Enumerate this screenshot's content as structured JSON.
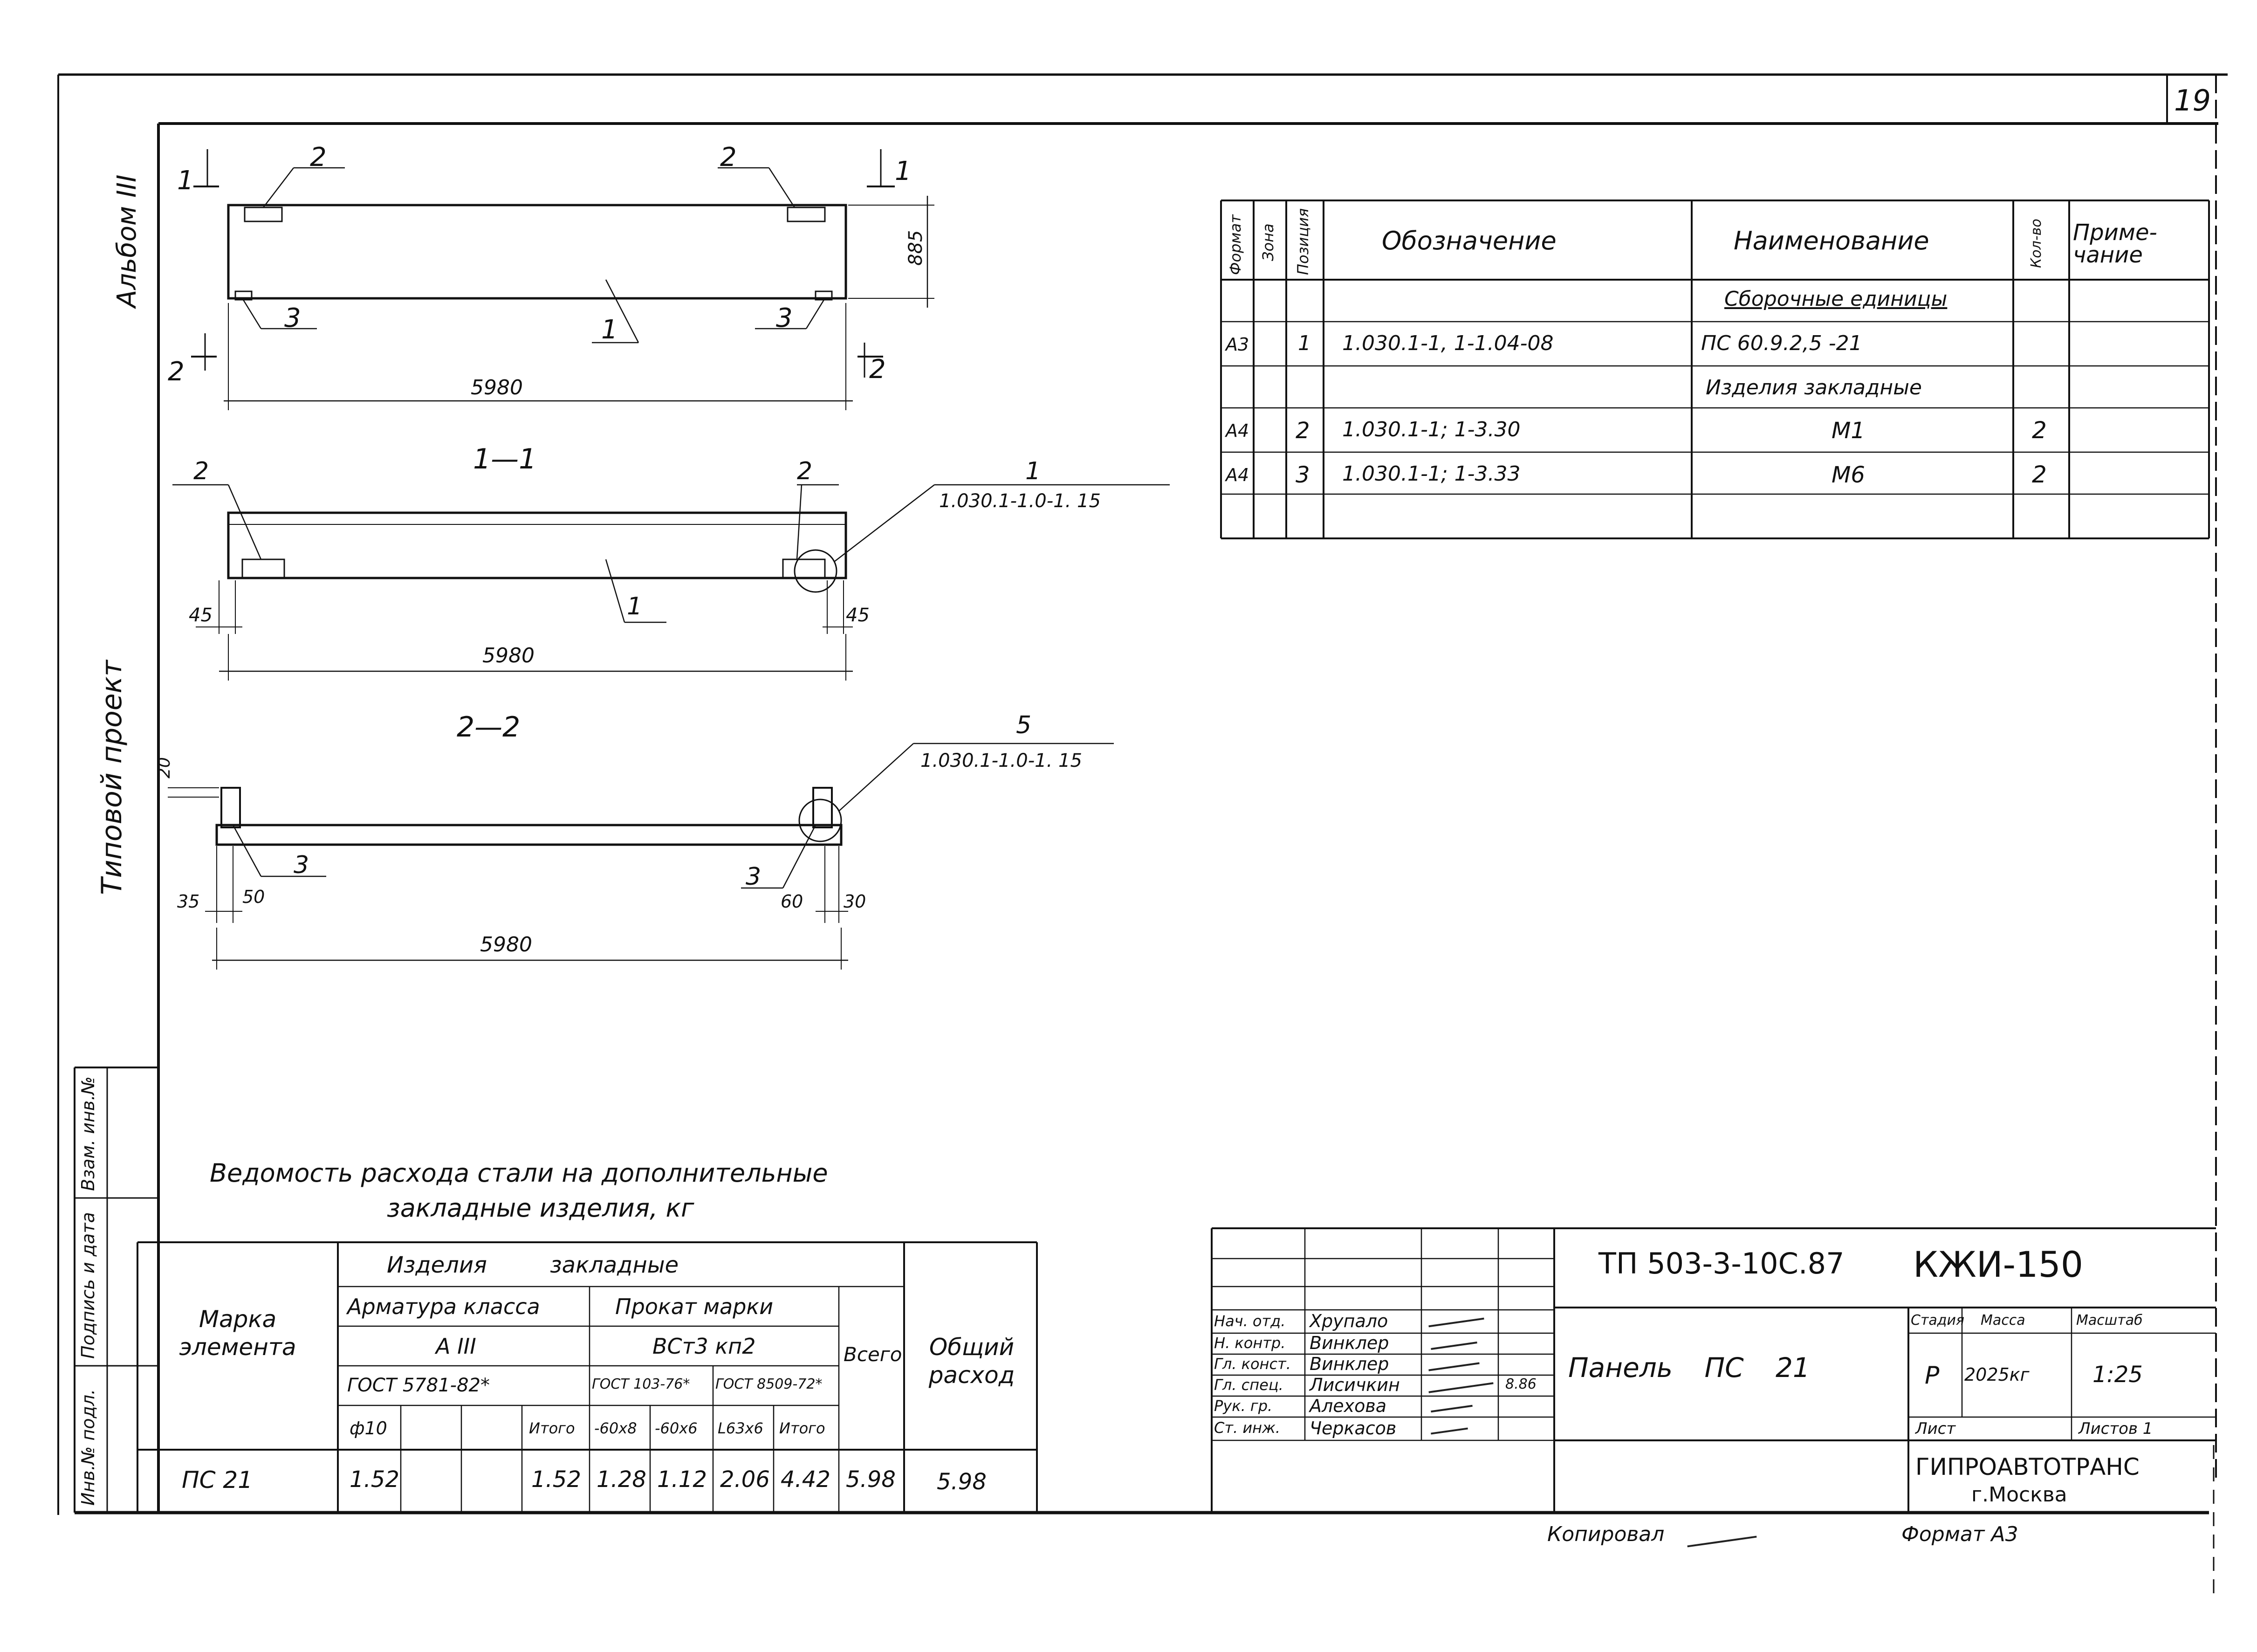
{
  "sheet_number": "19",
  "side_labels": {
    "album": "Альбом III",
    "project": "Типовой проект"
  },
  "stamp_column": [
    "Инв.№ подл.",
    "Подпись и дата",
    "Взам. инв.№"
  ],
  "plan_view": {
    "positions": [
      "2",
      "2",
      "1",
      "3",
      "3"
    ],
    "section_marks": {
      "top_left": "1",
      "top_right": "1",
      "bottom_left": "2",
      "bottom_right": "2"
    },
    "length": "5980",
    "height": "885"
  },
  "section_1": {
    "title": "1—1",
    "positions": [
      "2",
      "2",
      "1"
    ],
    "callout_num": "1",
    "callout_ref": "1.030.1-1.0-1. 15",
    "length": "5980",
    "left_offset": "45",
    "right_offset": "45"
  },
  "section_2": {
    "title": "2—2",
    "positions": [
      "3",
      "3"
    ],
    "callout_num": "5",
    "callout_ref": "1.030.1-1.0-1. 15",
    "length": "5980",
    "top_offset": "20",
    "dims": [
      "35",
      "50",
      "60",
      "30"
    ]
  },
  "spec_table": {
    "headers": {
      "format": "Формат",
      "zone": "Зона",
      "pos": "Позиция",
      "designation": "Обозначение",
      "name": "Наименование",
      "qty": "Кол-во",
      "note": "Приме-чание"
    },
    "rows": [
      {
        "format": "",
        "zone": "",
        "pos": "",
        "designation": "",
        "name": "Сборочные единицы",
        "qty": "",
        "note": ""
      },
      {
        "format": "А3",
        "zone": "",
        "pos": "1",
        "designation": "1.030.1-1, 1-1.04-08",
        "name": "ПС 60.9.2,5 -21",
        "qty": "",
        "note": ""
      },
      {
        "format": "",
        "zone": "",
        "pos": "",
        "designation": "",
        "name": "Изделия закладные",
        "qty": "",
        "note": ""
      },
      {
        "format": "А4",
        "zone": "",
        "pos": "2",
        "designation": "1.030.1-1; 1-3.30",
        "name": "М1",
        "qty": "2",
        "note": ""
      },
      {
        "format": "А4",
        "zone": "",
        "pos": "3",
        "designation": "1.030.1-1; 1-3.33",
        "name": "М6",
        "qty": "2",
        "note": ""
      },
      {
        "format": "",
        "zone": "",
        "pos": "",
        "designation": "",
        "name": "",
        "qty": "",
        "note": ""
      }
    ]
  },
  "steel_table": {
    "title_line1": "Ведомость расхода стали на дополнительные",
    "title_line2": "закладные изделия, кг",
    "h_mark": "Марка элемента",
    "h_group": "Изделия закладные",
    "h_rebar": "Арматура класса",
    "h_rebar_class": "А III",
    "h_rebar_gost": "ГОСТ 5781-82*",
    "h_rolled": "Прокат марки",
    "h_rolled_grade": "ВСт3 кп2",
    "h_gost1": "ГОСТ 103-76*",
    "h_gost2": "ГОСТ 8509-72*",
    "h_total": "Всего",
    "h_overall": "Общий расход",
    "sub_headers": [
      "ф10",
      "",
      "",
      "Итого",
      "-60x8",
      "-60x6",
      "L63x6",
      "Итого"
    ],
    "row": {
      "mark": "ПС 21",
      "values": [
        "1.52",
        "",
        "",
        "1.52",
        "1.28",
        "1.12",
        "2.06",
        "4.42"
      ],
      "total": "5.98",
      "overall": "5.98"
    }
  },
  "title_block": {
    "code": "ТП 503-3-10С.87",
    "doc": "КЖИ-150",
    "roles": [
      "Нач. отд.",
      "Н. контр.",
      "Гл. конст.",
      "Гл. спец.",
      "Рук. гр.",
      "Ст. инж."
    ],
    "names": [
      "Хрупало",
      "Винклер",
      "Винклер",
      "Лисичкин",
      "Алехова",
      "Черкасов"
    ],
    "date_note": "8.86",
    "item_title": "Панель ПС 21",
    "stage_h": "Стадия",
    "mass_h": "Масса",
    "scale_h": "Масштаб",
    "stage": "Р",
    "mass": "2025кг",
    "scale": "1:25",
    "sheet": "Лист",
    "sheets": "Листов 1",
    "org": "ГИПРОАВТОТРАНС",
    "city": "г.Москва"
  },
  "footer": {
    "copied": "Копировал",
    "format": "Формат А3"
  }
}
